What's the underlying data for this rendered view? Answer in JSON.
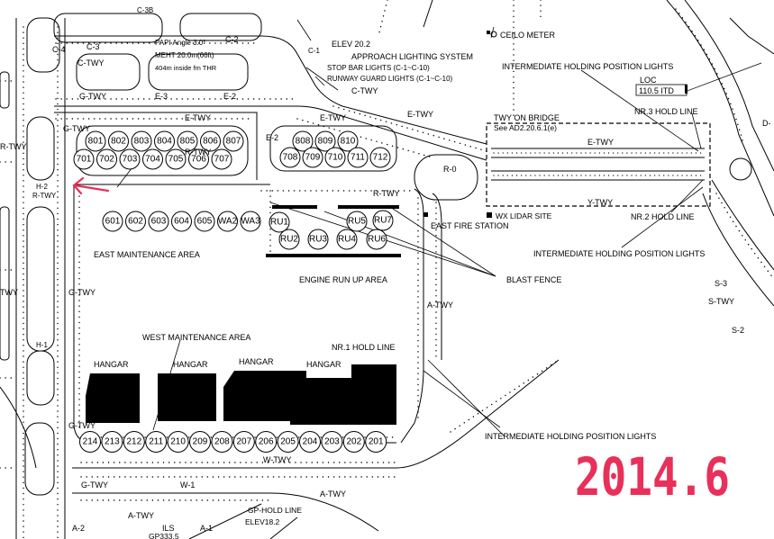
{
  "labels": {
    "papi_l1": "PAPI Angle 3.0°",
    "papi_l2": "MEHT 20.0m(66ft)",
    "papi_l3": "404m inside fm THR",
    "elev_top": "ELEV 20.2",
    "approach": "APPROACH LIGHTING SYSTEM",
    "stopbar": "STOP BAR LIGHTS (C-1~C-10)",
    "runway_guard": "RUNWAY GUARD LIGHTS (C-1~C-10)",
    "ceilo": "CEILO METER",
    "ihpl_top": "INTERMEDIATE HOLDING POSITION LIGHTS",
    "loc": "LOC",
    "loc_freq": "110.5 ITD",
    "nr3": "NR.3 HOLD LINE",
    "twy_bridge": "TWY ON BRIDGE",
    "twy_bridge_ref": "See AD2.20.6.1(e)",
    "nr2": "NR.2 HOLD LINE",
    "ihpl_mid": "INTERMEDIATE HOLDING POSITION LIGHTS",
    "east_fire": "EAST FIRE STATION",
    "lidar": "WX LIDAR SITE",
    "east_maint": "EAST MAINTENANCE AREA",
    "engine_run": "ENGINE RUN UP AREA",
    "blast_fence": "BLAST FENCE",
    "west_maint": "WEST MAINTENANCE AREA",
    "nr1": "NR.1 HOLD LINE",
    "ihpl_bottom": "INTERMEDIATE HOLDING POSITION LIGHTS",
    "hangar": "HANGAR",
    "gp_hold": "GP-HOLD LINE",
    "elev_bottom": "ELEV18.2",
    "ils": "ILS",
    "gp": "GP333.5",
    "stamp": "2014.6",
    "c4": "C-4",
    "c3": "C-3",
    "c3b": "C-3B",
    "c2": "C-2",
    "c1": "C-1",
    "ctwy_left": "C-TWY",
    "ctwy_right": "C-TWY",
    "gtwy_top": "G-TWY",
    "e3": "E-3",
    "e2_top": "E-2",
    "etwy_left": "E-TWY",
    "etwy_mid": "E-TWY",
    "etwy_right": "E-TWY",
    "gtwy_left": "G-TWY",
    "e2_mid": "E-2",
    "rtwy_left": "R-TWY",
    "rtwy_a": "R-TWY",
    "rtwy_b": "R-TWY",
    "rtwy_mid": "R-TWY",
    "h2": "H-2",
    "r0": "R-0",
    "etwy_bridge": "E-TWY",
    "ytwy": "Y-TWY",
    "gtwy_mid": "G-TWY",
    "twy_edge": "TWY",
    "atwy_right": "A-TWY",
    "h1": "H-1",
    "gtwy_bottom": "G-TWY",
    "wtwy": "W-TWY",
    "gtwy_lower": "G-TWY",
    "w1": "W-1",
    "atwy_low": "A-TWY",
    "atwy_low2": "A-TWY",
    "a2": "A-2",
    "a1": "A-1",
    "s3": "S-3",
    "stwy": "S-TWY",
    "s2": "S-2",
    "d": "D-"
  },
  "stands": {
    "row_800": [
      "801",
      "802",
      "803",
      "804",
      "805",
      "806",
      "807"
    ],
    "row_700": [
      "701",
      "702",
      "703",
      "704",
      "705",
      "706",
      "707"
    ],
    "row_800b": [
      "808",
      "809",
      "810"
    ],
    "row_700b": [
      "708",
      "709",
      "710",
      "711",
      "712"
    ],
    "row_600": [
      "601",
      "602",
      "603",
      "604",
      "605",
      "WA2",
      "WA3"
    ],
    "ru_top": [
      "RU1",
      "RU5",
      "RU7"
    ],
    "ru_bottom": [
      "RU2",
      "RU3",
      "RU4",
      "RU6"
    ],
    "row_200": [
      "214",
      "213",
      "212",
      "211",
      "210",
      "209",
      "208",
      "207",
      "206",
      "205",
      "204",
      "203",
      "202",
      "201"
    ]
  },
  "colors": {
    "ink": "#000000",
    "stamp": "#e8305a",
    "arrow": "#e8305a"
  }
}
